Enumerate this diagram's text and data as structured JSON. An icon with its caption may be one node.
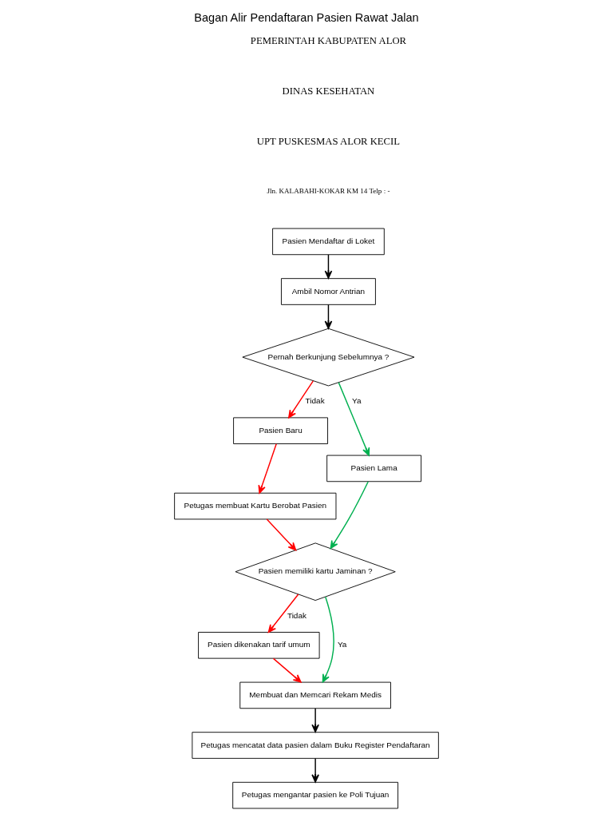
{
  "diagram": {
    "title": "Bagan Alir Pendaftaran Pasien Rawat Jalan",
    "nodes": [
      {
        "text": [
          "Pasien Mendaftar di Loket"
        ]
      },
      {
        "text": [
          "Ambil Nomor Antrian"
        ]
      },
      {
        "text": [
          "Pernah Berkunjung Sebelumnya ?"
        ]
      },
      {
        "text": [
          "Pasien Baru"
        ]
      },
      {
        "text": [
          "Pasien Lama"
        ]
      },
      {
        "text": [
          "Petugas membuat Kartu Berobat Pasien"
        ]
      },
      {
        "text": [
          "Pasien memiliki kartu Jaminan ?"
        ]
      },
      {
        "text": [
          "Pasien dikenakan tarif umum"
        ]
      },
      {
        "text": [
          "Membuat dan Memcari Rekam Medis"
        ]
      },
      {
        "text": [
          "Petugas mencatat data pasien dalam Buku Register Pendaftaran"
        ]
      },
      {
        "text": [
          "Petugas mengantar pasien ke Poli Tujuan"
        ]
      }
    ],
    "edges": [
      {
        "from": 0,
        "to": 1,
        "arrow": "to",
        "color": "#000000"
      },
      {
        "from": 1,
        "to": 2,
        "arrow": "to",
        "color": "#000000"
      },
      {
        "from": 2,
        "to": 3,
        "arrow": "to",
        "label": "Tidak",
        "color": "#ff0000"
      },
      {
        "from": 2,
        "to": 4,
        "arrow": "to",
        "label": "Ya",
        "color": "#00b050"
      },
      {
        "from": 3,
        "to": 5,
        "arrow": "to",
        "color": "#ff0000"
      },
      {
        "from": 5,
        "to": 6,
        "arrow": "to",
        "color": "#ff0000"
      },
      {
        "from": 4,
        "to": 6,
        "arrow": "to",
        "color": "#00b050"
      },
      {
        "from": 6,
        "to": 7,
        "arrow": "to",
        "label": "Tidak",
        "color": "#ff0000"
      },
      {
        "from": 6,
        "to": 8,
        "arrow": "to",
        "label": "Ya",
        "color": "#00b050"
      },
      {
        "from": 7,
        "to": 8,
        "arrow": "to",
        "color": "#ff0000"
      },
      {
        "from": 8,
        "to": 9,
        "arrow": "to",
        "color": "#000000"
      },
      {
        "from": 9,
        "to": 10,
        "arrow": "to",
        "color": "#000000"
      }
    ],
    "labels": [
      "PEMERINTAH KABUPATEN ALOR",
      "DINAS KESEHATAN",
      "UPT PUSKESMAS ALOR KECIL",
      "Jln. KALABAHI-KOKAR KM 14 Telp : -"
    ]
  }
}
